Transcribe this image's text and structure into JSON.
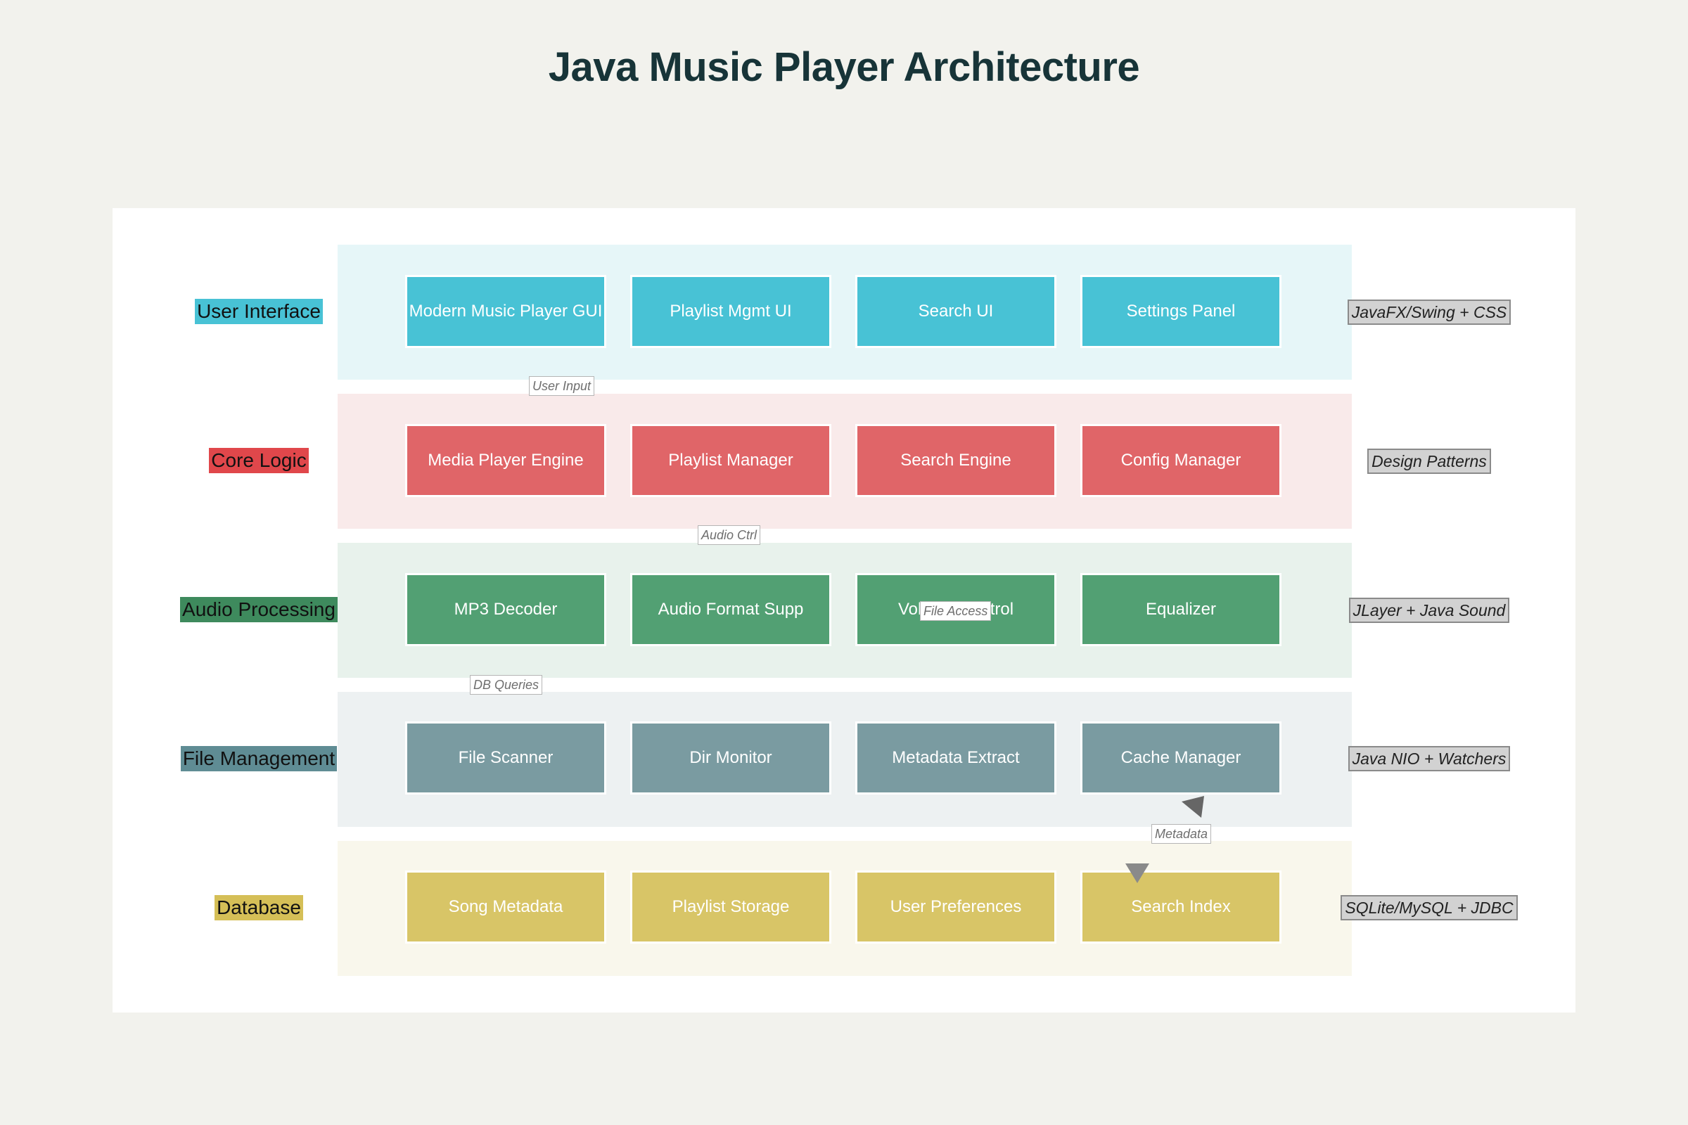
{
  "title": "Java Music Player Architecture",
  "layers": [
    {
      "label": "User Interface",
      "label_bg": "#48c2d5",
      "band_bg": "#e6f6f8",
      "box_bg": "#48c2d5",
      "components": [
        "Modern Music Player GUI",
        "Playlist Mgmt UI",
        "Search UI",
        "Settings Panel"
      ],
      "tech": "JavaFX/Swing + CSS"
    },
    {
      "label": "Core Logic",
      "label_bg": "#e0474b",
      "band_bg": "#f9eaea",
      "box_bg": "#e06568",
      "components": [
        "Media Player Engine",
        "Playlist Manager",
        "Search Engine",
        "Config Manager"
      ],
      "tech": "Design Patterns"
    },
    {
      "label": "Audio Processing",
      "label_bg": "#3e8a5d",
      "band_bg": "#e8f2ec",
      "box_bg": "#52a073",
      "components": [
        "MP3 Decoder",
        "Audio Format Supp",
        "Volume Control",
        "Equalizer"
      ],
      "tech": "JLayer + Java Sound"
    },
    {
      "label": "File Management",
      "label_bg": "#5f8c94",
      "band_bg": "#edf1f2",
      "box_bg": "#7a9ba1",
      "components": [
        "File Scanner",
        "Dir Monitor",
        "Metadata Extract",
        "Cache Manager"
      ],
      "tech": "Java NIO + Watchers"
    },
    {
      "label": "Database",
      "label_bg": "#d5bf57",
      "band_bg": "#f9f7ec",
      "box_bg": "#d8c567",
      "components": [
        "Song Metadata",
        "Playlist Storage",
        "User Preferences",
        "Search Index"
      ],
      "tech": "SQLite/MySQL + JDBC"
    }
  ],
  "flows": [
    "User Input",
    "Audio Ctrl",
    "File Access",
    "DB Queries",
    "Metadata"
  ]
}
